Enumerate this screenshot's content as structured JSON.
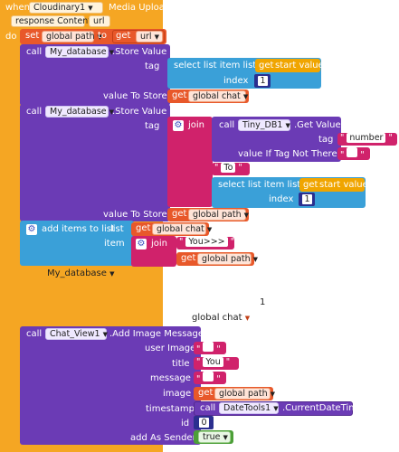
{
  "event": {
    "when_label": "when",
    "component": "Cloudinary1",
    "event_name": "Media Uploaded",
    "params": [
      "response Content",
      "url"
    ],
    "do_label": "do"
  },
  "set_block": {
    "set_label": "set",
    "var": "global path",
    "to_label": "to",
    "get_label": "get",
    "get_var": "url"
  },
  "store1": {
    "call_label": "call",
    "component": "My_database",
    "method": ".Store Value",
    "tag_label": "tag",
    "select_label": "select list item  list",
    "get_label": "get",
    "list_var": "start value",
    "index_label": "index",
    "index_value": "1",
    "value_label": "value To Store",
    "value_get": "get",
    "value_var": "global chat"
  },
  "store2": {
    "call_label": "call",
    "component": "My_database",
    "method": ".Store Value",
    "tag_label": "tag",
    "join_label": "join",
    "tiny_call": "call",
    "tiny_component": "Tiny_DB1",
    "tiny_method": ".Get Value",
    "tiny_tag_label": "tag",
    "tiny_tag_value": "number",
    "tiny_default_label": "value If Tag Not There",
    "tiny_default_value": "",
    "join_text2": "To",
    "select_label": "select list item  list",
    "get_label": "get",
    "list_var": "start value",
    "index_label": "index",
    "index_value": "1",
    "value_label": "value To Store",
    "value_get": "get",
    "value_var": "global path"
  },
  "add_items": {
    "label": "add items to list",
    "list_label": "list",
    "get_label": "get",
    "list_var": "global chat",
    "item_label": "item",
    "join_label": "join",
    "text_value": "You>>>",
    "get2_label": "get",
    "var2": "global path"
  },
  "floating": {
    "my_database": "My_database",
    "number_one": "1",
    "global_chat": "global chat"
  },
  "chat": {
    "call_label": "call",
    "component": "Chat_View1",
    "method": ".Add Image Message",
    "user_image_label": "user Image",
    "user_image_value": "",
    "title_label": "title",
    "title_value": "You",
    "message_label": "message",
    "message_value": "",
    "image_label": "image",
    "image_get": "get",
    "image_var": "global path",
    "timestamp_label": "timestamp",
    "ts_call": "call",
    "ts_component": "DateTools1",
    "ts_method": ".CurrentDateTime",
    "id_label": "id",
    "id_value": "0",
    "sender_label": "add As Sender",
    "sender_value": "true"
  },
  "colors": {
    "event": "#f5a623",
    "component_call": "#6b3bb5",
    "variables": "#e8582a",
    "lists": "#3aa0d8",
    "text": "#d0226b",
    "math": "#2b2f8f",
    "logic": "#4c9f38"
  }
}
